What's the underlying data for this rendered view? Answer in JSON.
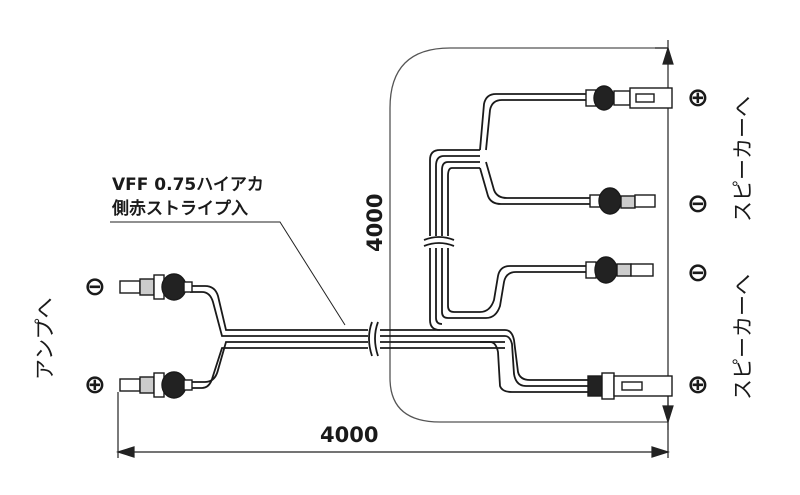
{
  "wire_label": {
    "line1": "VFF 0.75ハイアカ",
    "line2": "側赤ストライプ入"
  },
  "dimensions": {
    "horizontal": "4000",
    "vertical": "4000"
  },
  "amp_side": {
    "label": "アンプへ",
    "minus": "⊖",
    "plus": "⊕"
  },
  "speaker_top": {
    "label": "スピーカーへ",
    "plus": "⊕",
    "minus": "⊖"
  },
  "speaker_bottom": {
    "label": "スピーカーへ",
    "minus": "⊖",
    "plus": "⊕"
  },
  "colors": {
    "line": "#1a1a1a",
    "guide": "#444444",
    "background": "#ffffff"
  }
}
